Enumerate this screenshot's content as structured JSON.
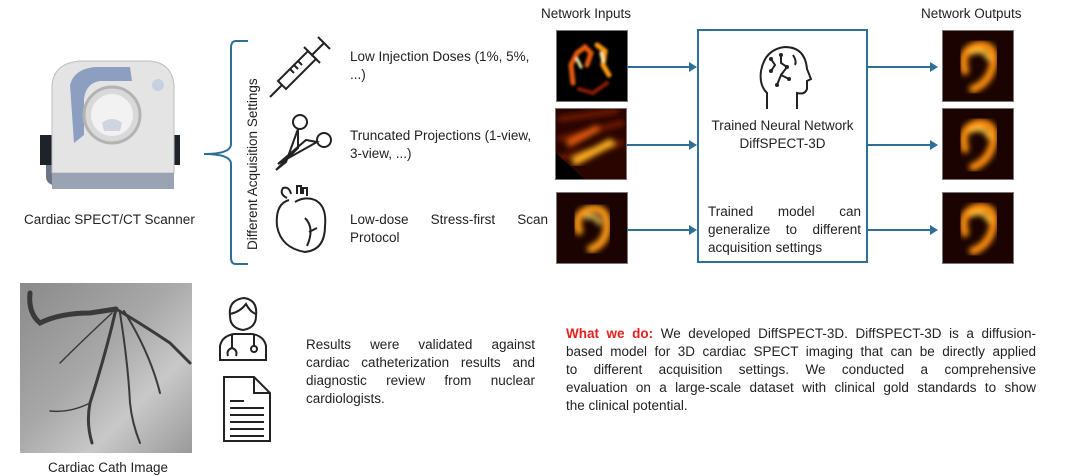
{
  "scanner": {
    "caption": "Cardiac SPECT/CT Scanner"
  },
  "acquisition": {
    "bracket_label": "Different Acquisition Settings",
    "settings": [
      {
        "icon": "syringe-icon",
        "line1": "Low Injection Doses (1%, 5%,",
        "line2": "...)"
      },
      {
        "icon": "scissors-icon",
        "line1": "Truncated Projections (1-view,",
        "line2": "3-view, ...)"
      },
      {
        "icon": "heart-icon",
        "line1": "Low-dose Stress-first Scan",
        "line2": "Protocol"
      }
    ]
  },
  "network": {
    "inputs_label": "Network Inputs",
    "outputs_label": "Network Outputs",
    "box_title_line1": "Trained Neural Network",
    "box_title_line2": "DiffSPECT-3D",
    "box_note_line1": "Trained model can",
    "box_note_line2": "generalize to different",
    "box_note_line3": "acquisition settings"
  },
  "validation": {
    "cath_caption": "Cardiac Cath Image",
    "text_line1": "Results were validated against",
    "text_line2": "cardiac catheterization results and",
    "text_line3": "diagnostic review from nuclear",
    "text_line4": "cardiologists."
  },
  "summary": {
    "highlight": "What we do:",
    "line1_rest": " We developed DiffSPECT-3D. DiffSPECT-3D is a diffusion-",
    "line2": "based model for 3D cardiac SPECT imaging that can be directly applied",
    "line3": "to different acquisition settings. We conducted a comprehensive",
    "line4": "evaluation on a large-scale dataset with clinical gold standards to show",
    "line5": "the clinical potential."
  },
  "colors": {
    "accent": "#2e6f98",
    "highlight": "#e3201b"
  }
}
